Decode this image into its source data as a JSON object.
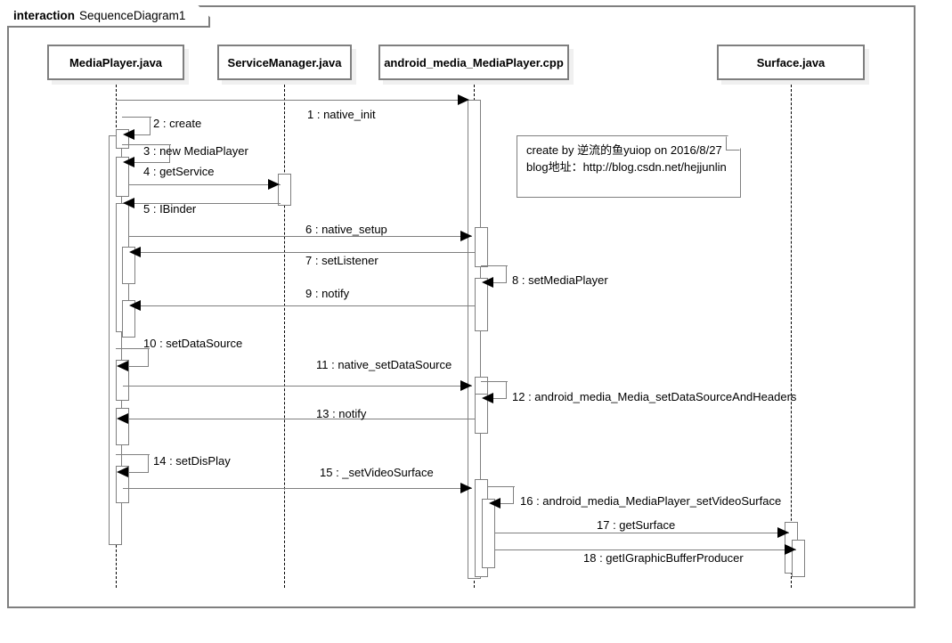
{
  "frame": {
    "keyword": "interaction",
    "name": "SequenceDiagram1"
  },
  "lifelines": [
    {
      "id": "mediaplayer",
      "label": "MediaPlayer.java"
    },
    {
      "id": "servicemanager",
      "label": "ServiceManager.java"
    },
    {
      "id": "nativecpp",
      "label": "android_media_MediaPlayer.cpp"
    },
    {
      "id": "surface",
      "label": "Surface.java"
    }
  ],
  "note": {
    "line1": "create by 逆流的鱼yuiop on 2016/8/27",
    "line2": "blog地址：http://blog.csdn.net/hejjunlin"
  },
  "messages": [
    {
      "num": "1",
      "label": "1 : native_init"
    },
    {
      "num": "2",
      "label": "2 : create"
    },
    {
      "num": "3",
      "label": "3 : new MediaPlayer"
    },
    {
      "num": "4",
      "label": "4 : getService"
    },
    {
      "num": "5",
      "label": "5 : IBinder"
    },
    {
      "num": "6",
      "label": "6 : native_setup"
    },
    {
      "num": "7",
      "label": "7 : setListener"
    },
    {
      "num": "8",
      "label": "8 : setMediaPlayer"
    },
    {
      "num": "9",
      "label": "9 : notify"
    },
    {
      "num": "10",
      "label": "10 : setDataSource"
    },
    {
      "num": "11",
      "label": "11 : native_setDataSource"
    },
    {
      "num": "12",
      "label": "12 : android_media_Media_setDataSourceAndHeaders"
    },
    {
      "num": "13",
      "label": "13 : notify"
    },
    {
      "num": "14",
      "label": "14 : setDisPlay"
    },
    {
      "num": "15",
      "label": "15 : _setVideoSurface"
    },
    {
      "num": "16",
      "label": "16 : android_media_MediaPlayer_setVideoSurface"
    },
    {
      "num": "17",
      "label": "17 : getSurface"
    },
    {
      "num": "18",
      "label": "18 : getIGraphicBufferProducer"
    }
  ],
  "colors": {
    "stroke": "#7f7f7f",
    "arrow": "#000000",
    "shadow": "#f0f0f0",
    "background": "#ffffff"
  }
}
